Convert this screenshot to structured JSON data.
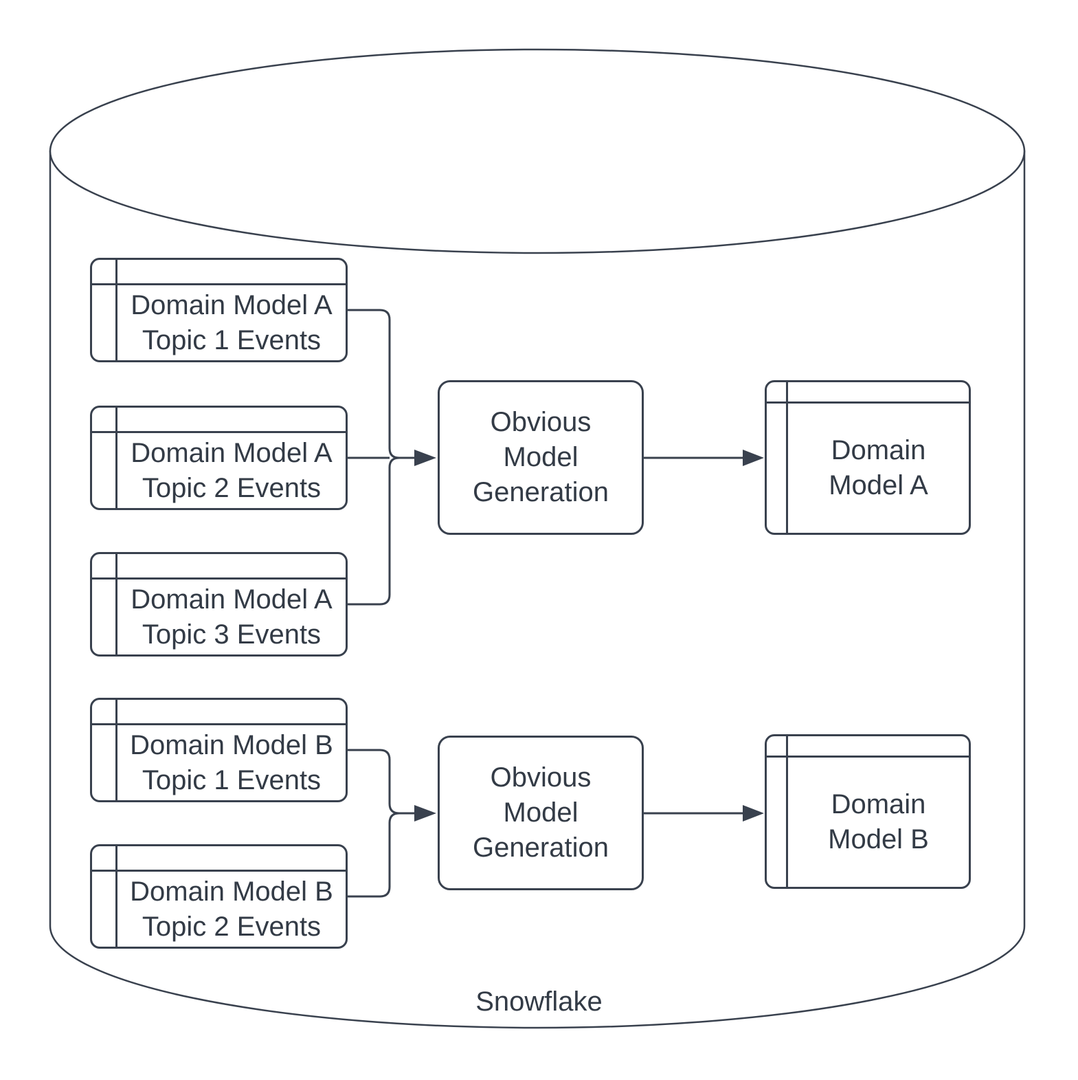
{
  "colors": {
    "stroke": "#39414e",
    "text": "#333b46",
    "shape_fill": "#ffffff",
    "background": "#ffffff"
  },
  "diagram": {
    "container_label": "Snowflake",
    "groups": [
      {
        "sources": [
          "Domain Model A\nTopic 1 Events",
          "Domain Model A\nTopic 2 Events",
          "Domain Model A\nTopic 3 Events"
        ],
        "process_label": "Obvious\nModel\nGeneration",
        "output_label": "Domain\nModel A"
      },
      {
        "sources": [
          "Domain Model B\nTopic 1 Events",
          "Domain Model B\nTopic 2 Events"
        ],
        "process_label": "Obvious\nModel\nGeneration",
        "output_label": "Domain\nModel B"
      }
    ]
  }
}
